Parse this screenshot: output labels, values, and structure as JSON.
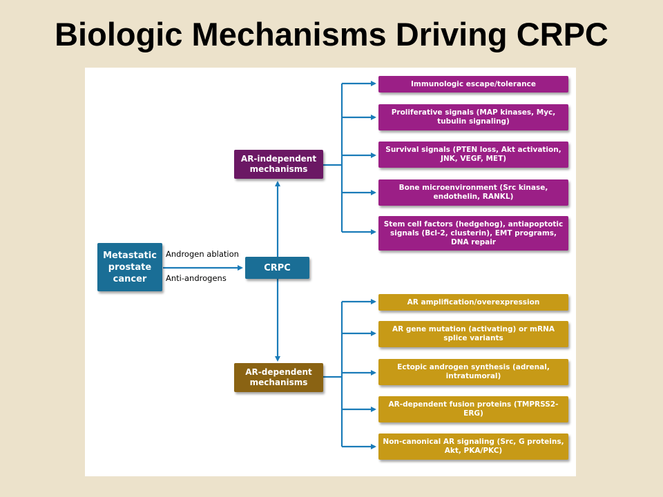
{
  "title": "Biologic Mechanisms Driving CRPC",
  "nodes": {
    "metastatic": "Metastatic prostate cancer",
    "crpc": "CRPC",
    "ar_independent": "AR-independent mechanisms",
    "ar_dependent": "AR-dependent mechanisms"
  },
  "edge_labels": {
    "androgen_ablation": "Androgen ablation",
    "anti_androgens": "Anti-androgens"
  },
  "ar_independent_items": [
    "Immunologic escape/tolerance",
    "Proliferative signals (MAP kinases, Myc, tubulin signaling)",
    "Survival signals (PTEN loss, Akt activation, JNK, VEGF, MET)",
    "Bone microenvironment (Src kinase, endothelin, RANKL)",
    "Stem cell factors (hedgehog), antiapoptotic signals (Bcl-2, clusterin), EMT programs, DNA repair"
  ],
  "ar_dependent_items": [
    "AR amplification/overexpression",
    "AR gene mutation (activating) or mRNA splice variants",
    "Ectopic androgen synthesis (adrenal, intratumoral)",
    "AR-dependent fusion proteins (TMPRSS2-ERG)",
    "Non-canonical AR signaling (Src, G proteins, Akt, PKA/PKC)"
  ],
  "colors": {
    "background": "#ece2cb",
    "ar_independent": "#9b1f86",
    "ar_dependent": "#c79a17",
    "source": "#1a6e96",
    "arrow": "#1a7bb8"
  }
}
